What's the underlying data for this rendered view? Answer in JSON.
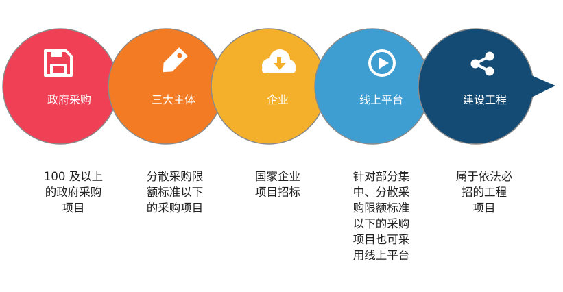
{
  "steps": [
    {
      "label": "政府采购",
      "icon": "floppy-disk-icon",
      "color": "#EF4056",
      "description": "100 及以上\n的政府采购\n项目"
    },
    {
      "label": "三大主体",
      "icon": "tag-icon",
      "color": "#F27B23",
      "description": "分散采购限\n额标准以下\n的采购项目"
    },
    {
      "label": "企业",
      "icon": "cloud-download-icon",
      "color": "#F4B02B",
      "description": "国家企业\n项目招标"
    },
    {
      "label": "线上平台",
      "icon": "play-circle-icon",
      "color": "#3E9DD1",
      "description": "针对部分集\n中、分散采\n购限额标准\n以下的采购\n项目也可采\n用线上平台"
    },
    {
      "label": "建设工程",
      "icon": "share-icon",
      "color": "#134B74",
      "description": "属于依法必\n招的工程\n项目"
    }
  ]
}
